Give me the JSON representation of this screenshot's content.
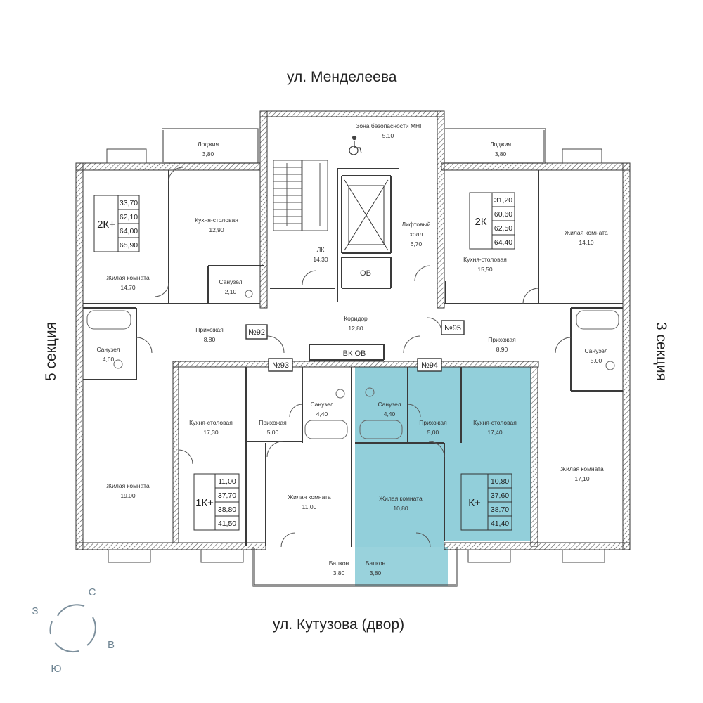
{
  "streets": {
    "north": "ул. Менделеева",
    "south": "ул. Кутузова (двор)"
  },
  "sections": {
    "left": "5 секция",
    "right": "3 секция"
  },
  "highlight_color": "#7fc7d3",
  "wall_color": "#3a3a3a",
  "rooms": {
    "loggia_left": {
      "name": "Лоджия",
      "area": "3,80"
    },
    "loggia_right": {
      "name": "Лоджия",
      "area": "3,80"
    },
    "safety_zone": {
      "name": "Зона безопасности МНГ",
      "area": "5,10"
    },
    "kitchen_1": {
      "name": "Кухня-столовая",
      "area": "12,90"
    },
    "living_1": {
      "name": "Жилая комната",
      "area": "14,70"
    },
    "bath_small_1": {
      "name": "Санузел",
      "area": "2,10"
    },
    "stairs": {
      "name": "ЛК",
      "area": "14,30"
    },
    "lift_hall": {
      "name": "Лифтовый холл",
      "area": "6,70"
    },
    "ov_top": {
      "name": "ОВ"
    },
    "kitchen_2": {
      "name": "Кухня-столовая",
      "area": "15,50"
    },
    "living_2": {
      "name": "Жилая комната",
      "area": "14,10"
    },
    "bath_left": {
      "name": "Санузел",
      "area": "4,60"
    },
    "hall_92": {
      "name": "Прихожая",
      "area": "8,80"
    },
    "corridor": {
      "name": "Коридор",
      "area": "12,80"
    },
    "vk_ov": {
      "name": "ВК ОВ"
    },
    "hall_95": {
      "name": "Прихожая",
      "area": "8,90"
    },
    "bath_right": {
      "name": "Санузел",
      "area": "5,00"
    },
    "kitchen_93": {
      "name": "Кухня-столовая",
      "area": "17,30"
    },
    "hall_93": {
      "name": "Прихожая",
      "area": "5,00"
    },
    "bath_93": {
      "name": "Санузел",
      "area": "4,40"
    },
    "bath_94": {
      "name": "Санузел",
      "area": "4,40"
    },
    "hall_94": {
      "name": "Прихожая",
      "area": "5,00"
    },
    "kitchen_94": {
      "name": "Кухня-столовая",
      "area": "17,40"
    },
    "living_3": {
      "name": "Жилая комната",
      "area": "19,00"
    },
    "living_93": {
      "name": "Жилая комната",
      "area": "11,00"
    },
    "living_94": {
      "name": "Жилая комната",
      "area": "10,80"
    },
    "living_4": {
      "name": "Жилая комната",
      "area": "17,10"
    },
    "balcony_93": {
      "name": "Балкон",
      "area": "3,80"
    },
    "balcony_94": {
      "name": "Балкон",
      "area": "3,80"
    }
  },
  "apartment_numbers": {
    "n92": "№92",
    "n93": "№93",
    "n94": "№94",
    "n95": "№95"
  },
  "apartments": {
    "left_2k": {
      "type": "2К+",
      "values": [
        "33,70",
        "62,10",
        "64,00",
        "65,90"
      ]
    },
    "right_2k": {
      "type": "2К",
      "values": [
        "31,20",
        "60,60",
        "62,50",
        "64,40"
      ]
    },
    "a93_1k": {
      "type": "1К+",
      "values": [
        "11,00",
        "37,70",
        "38,80",
        "41,50"
      ]
    },
    "a94_k": {
      "type": "К+",
      "values": [
        "10,80",
        "37,60",
        "38,70",
        "41,40"
      ]
    }
  },
  "compass": {
    "n": "С",
    "e": "В",
    "s": "Ю",
    "w": "З"
  }
}
